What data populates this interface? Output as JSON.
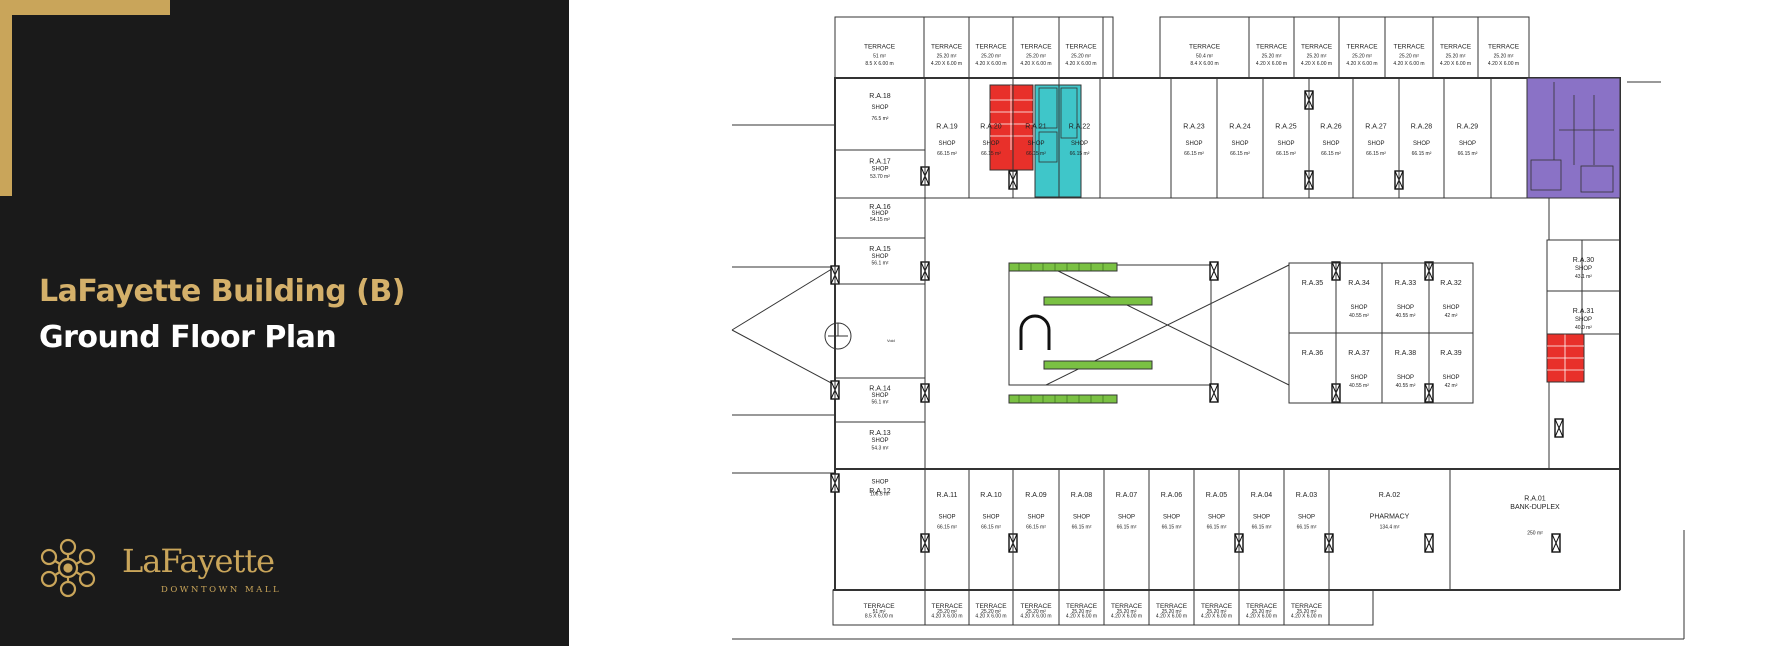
{
  "header": {
    "building_title": "LaFayette Building (B)",
    "floor_title": "Ground Floor Plan"
  },
  "brand": {
    "name": "LaFayette",
    "tagline": "DOWNTOWN MALL",
    "accent_color": "#c9a55a",
    "panel_color": "#1a1a1a",
    "logo_icon": "ornamental-emblem-icon"
  },
  "plan": {
    "colors": {
      "stairs": "#e8302a",
      "elevator_lobby": "#3fc6c9",
      "services": "#8a72c6",
      "escalator": "#7ac143"
    },
    "center_label": "Void",
    "top_terraces": [
      {
        "id": "tt-18",
        "name": "TERRACE",
        "area": "51 m²",
        "dims": "8.5 X 6.00 m"
      },
      {
        "id": "tt-19",
        "name": "TERRACE",
        "area": "25.20 m²",
        "dims": "4.20 X 6.00 m"
      },
      {
        "id": "tt-20",
        "name": "TERRACE",
        "area": "25.20 m²",
        "dims": "4.20 X 6.00 m"
      },
      {
        "id": "tt-21",
        "name": "TERRACE",
        "area": "25.20 m²",
        "dims": "4.20 X 6.00 m"
      },
      {
        "id": "tt-22",
        "name": "TERRACE",
        "area": "25.20 m²",
        "dims": "4.20 X 6.00 m"
      },
      {
        "id": "tt-core",
        "name": "TERRACE",
        "area": "50.4 m²",
        "dims": "8.4 X 6.00 m"
      },
      {
        "id": "tt-23",
        "name": "TERRACE",
        "area": "25.20 m²",
        "dims": "4.20 X 6.00 m"
      },
      {
        "id": "tt-24",
        "name": "TERRACE",
        "area": "25.20 m²",
        "dims": "4.20 X 6.00 m"
      },
      {
        "id": "tt-25",
        "name": "TERRACE",
        "area": "25.20 m²",
        "dims": "4.20 X 6.00 m"
      },
      {
        "id": "tt-26",
        "name": "TERRACE",
        "area": "25.20 m²",
        "dims": "4.20 X 6.00 m"
      },
      {
        "id": "tt-27",
        "name": "TERRACE",
        "area": "25.20 m²",
        "dims": "4.20 X 6.00 m"
      },
      {
        "id": "tt-28",
        "name": "TERRACE",
        "area": "25.20 m²",
        "dims": "4.20 X 6.00 m"
      }
    ],
    "bottom_terraces": [
      {
        "id": "bt-12",
        "name": "TERRACE",
        "area": "51 m²",
        "dims": "8.5 X 6.00 m"
      },
      {
        "id": "bt-11",
        "name": "TERRACE",
        "area": "25.20 m²",
        "dims": "4.20 X 6.00 m"
      },
      {
        "id": "bt-10",
        "name": "TERRACE",
        "area": "25.20 m²",
        "dims": "4.20 X 6.00 m"
      },
      {
        "id": "bt-09",
        "name": "TERRACE",
        "area": "25.20 m²",
        "dims": "4.20 X 6.00 m"
      },
      {
        "id": "bt-08",
        "name": "TERRACE",
        "area": "25.20 m²",
        "dims": "4.20 X 6.00 m"
      },
      {
        "id": "bt-07",
        "name": "TERRACE",
        "area": "25.20 m²",
        "dims": "4.20 X 6.00 m"
      },
      {
        "id": "bt-06",
        "name": "TERRACE",
        "area": "25.20 m²",
        "dims": "4.20 X 6.00 m"
      },
      {
        "id": "bt-05",
        "name": "TERRACE",
        "area": "25.20 m²",
        "dims": "4.20 X 6.00 m"
      },
      {
        "id": "bt-04",
        "name": "TERRACE",
        "area": "25.20 m²",
        "dims": "4.20 X 6.00 m"
      },
      {
        "id": "bt-03",
        "name": "TERRACE",
        "area": "25.20 m²",
        "dims": "4.20 X 6.00 m"
      }
    ],
    "top_units": [
      {
        "id": "u19",
        "code": "R.A.19",
        "type": "SHOP",
        "area": "66.15 m²"
      },
      {
        "id": "u20",
        "code": "R.A.20",
        "type": "SHOP",
        "area": "66.15 m²"
      },
      {
        "id": "u21",
        "code": "R.A.21",
        "type": "SHOP",
        "area": "66.15 m²"
      },
      {
        "id": "u22",
        "code": "R.A.22",
        "type": "SHOP",
        "area": "66.15 m²"
      },
      {
        "id": "u23",
        "code": "R.A.23",
        "type": "SHOP",
        "area": "66.15 m²"
      },
      {
        "id": "u24",
        "code": "R.A.24",
        "type": "SHOP",
        "area": "66.15 m²"
      },
      {
        "id": "u25",
        "code": "R.A.25",
        "type": "SHOP",
        "area": "66.15 m²"
      },
      {
        "id": "u26",
        "code": "R.A.26",
        "type": "SHOP",
        "area": "66.15 m²"
      },
      {
        "id": "u27",
        "code": "R.A.27",
        "type": "SHOP",
        "area": "66.15 m²"
      },
      {
        "id": "u28",
        "code": "R.A.28",
        "type": "SHOP",
        "area": "66.15 m²"
      },
      {
        "id": "u29",
        "code": "R.A.29",
        "type": "SHOP",
        "area": "66.15 m²"
      }
    ],
    "left_units": [
      {
        "id": "u18",
        "code": "R.A.18",
        "type": "SHOP",
        "area": "76.5 m²"
      },
      {
        "id": "u17",
        "code": "R.A.17",
        "type": "SHOP",
        "area": "53.70 m²"
      },
      {
        "id": "u16",
        "code": "R.A.16",
        "type": "SHOP",
        "area": "54.15 m²"
      },
      {
        "id": "u15",
        "code": "R.A.15",
        "type": "SHOP",
        "area": "56.1 m²"
      },
      {
        "id": "u14",
        "code": "R.A.14",
        "type": "SHOP",
        "area": "56.1 m²"
      },
      {
        "id": "u13",
        "code": "R.A.13",
        "type": "SHOP",
        "area": "54.3 m²"
      },
      {
        "id": "u12",
        "code": "R.A.12",
        "type": "SHOP",
        "area": "106.5 m²"
      }
    ],
    "bottom_units": [
      {
        "id": "u11",
        "code": "R.A.11",
        "type": "SHOP",
        "area": "66.15 m²"
      },
      {
        "id": "u10",
        "code": "R.A.10",
        "type": "SHOP",
        "area": "66.15 m²"
      },
      {
        "id": "u09",
        "code": "R.A.09",
        "type": "SHOP",
        "area": "66.15 m²"
      },
      {
        "id": "u08",
        "code": "R.A.08",
        "type": "SHOP",
        "area": "66.15 m²"
      },
      {
        "id": "u07",
        "code": "R.A.07",
        "type": "SHOP",
        "area": "66.15 m²"
      },
      {
        "id": "u06",
        "code": "R.A.06",
        "type": "SHOP",
        "area": "66.15 m²"
      },
      {
        "id": "u05",
        "code": "R.A.05",
        "type": "SHOP",
        "area": "66.15 m²"
      },
      {
        "id": "u04",
        "code": "R.A.04",
        "type": "SHOP",
        "area": "66.15 m²"
      },
      {
        "id": "u03",
        "code": "R.A.03",
        "type": "SHOP",
        "area": "66.15 m²"
      },
      {
        "id": "u02",
        "code": "R.A.02",
        "type": "PHARMACY",
        "area": "134.4 m²"
      },
      {
        "id": "u01",
        "code": "R.A.01",
        "type": "BANK-DUPLEX",
        "area": "250 m²"
      }
    ],
    "island_units": [
      {
        "id": "u35",
        "code": "R.A.35",
        "type": "",
        "area": ""
      },
      {
        "id": "u34",
        "code": "R.A.34",
        "type": "SHOP",
        "area": "40.55 m²"
      },
      {
        "id": "u33",
        "code": "R.A.33",
        "type": "SHOP",
        "area": "40.55 m²"
      },
      {
        "id": "u32",
        "code": "R.A.32",
        "type": "SHOP",
        "area": "42 m²"
      },
      {
        "id": "u36",
        "code": "R.A.36",
        "type": "",
        "area": ""
      },
      {
        "id": "u37",
        "code": "R.A.37",
        "type": "SHOP",
        "area": "40.55 m²"
      },
      {
        "id": "u38",
        "code": "R.A.38",
        "type": "SHOP",
        "area": "40.55 m²"
      },
      {
        "id": "u39",
        "code": "R.A.39",
        "type": "SHOP",
        "area": "42 m²"
      }
    ],
    "right_units": [
      {
        "id": "u30",
        "code": "R.A.30",
        "type": "SHOP",
        "area": "43.1 m²"
      },
      {
        "id": "u31",
        "code": "R.A.31",
        "type": "SHOP",
        "area": "40.0 m²"
      }
    ]
  }
}
